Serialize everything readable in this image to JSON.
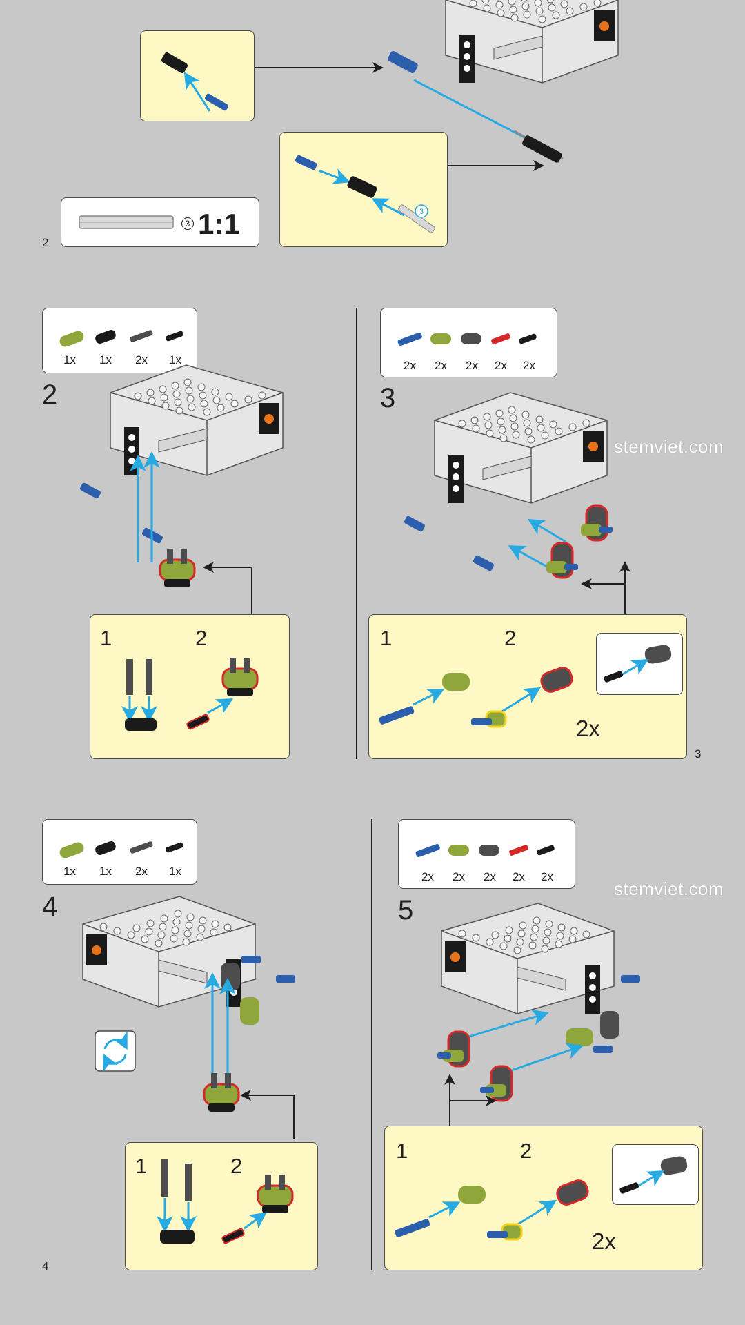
{
  "colors": {
    "background": "#c8c8c9",
    "callout_bg": "#fdf8c4",
    "arrow_blue": "#27a9e1",
    "lime": "#8ea63a",
    "technic_blue": "#2b5fad",
    "red": "#d62828",
    "dark_gray": "#4d4d4d",
    "black": "#1a1a1a"
  },
  "top_section": {
    "axle_ratio": "1:1",
    "axle_length": "3",
    "pin_length_badge": "3",
    "page_number": "2"
  },
  "steps": [
    {
      "number": "2",
      "parts": [
        {
          "icon": "lime-beam-3-icon",
          "qty": "1x"
        },
        {
          "icon": "black-connector-icon",
          "qty": "1x"
        },
        {
          "icon": "dark-axle-pin-icon",
          "qty": "2x"
        },
        {
          "icon": "black-pin-icon",
          "qty": "1x"
        }
      ],
      "substeps": [
        "1",
        "2"
      ]
    },
    {
      "number": "3",
      "parts": [
        {
          "icon": "blue-pin-icon",
          "qty": "2x"
        },
        {
          "icon": "lime-beam-icon",
          "qty": "2x"
        },
        {
          "icon": "dark-gray-beam-icon",
          "qty": "2x"
        },
        {
          "icon": "red-axle-icon",
          "qty": "2x"
        },
        {
          "icon": "black-pin-icon",
          "qty": "2x"
        }
      ],
      "substeps": [
        "1",
        "2"
      ],
      "multiplier": "2x",
      "page_number": "3"
    },
    {
      "number": "4",
      "parts": [
        {
          "icon": "lime-beam-3-icon",
          "qty": "1x"
        },
        {
          "icon": "black-connector-icon",
          "qty": "1x"
        },
        {
          "icon": "dark-axle-pin-icon",
          "qty": "2x"
        },
        {
          "icon": "black-pin-icon",
          "qty": "1x"
        }
      ],
      "substeps": [
        "1",
        "2"
      ],
      "page_number": "4"
    },
    {
      "number": "5",
      "parts": [
        {
          "icon": "blue-pin-icon",
          "qty": "2x"
        },
        {
          "icon": "lime-beam-icon",
          "qty": "2x"
        },
        {
          "icon": "dark-gray-beam-icon",
          "qty": "2x"
        },
        {
          "icon": "red-axle-icon",
          "qty": "2x"
        },
        {
          "icon": "black-pin-icon",
          "qty": "2x"
        }
      ],
      "substeps": [
        "1",
        "2"
      ],
      "multiplier": "2x"
    }
  ],
  "watermark": "stemviet.com"
}
